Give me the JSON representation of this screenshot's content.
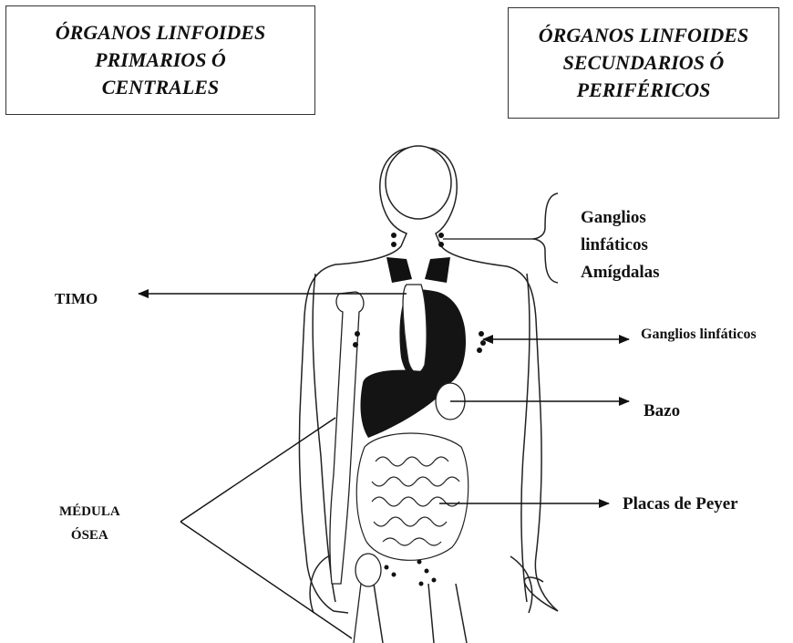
{
  "boxes": {
    "primary": "ÓRGANOS LINFOIDES\nPRIMARIOS Ó\nCENTRALES",
    "secondary": "ÓRGANOS LINFOIDES\nSECUNDARIOS Ó\nPERIFÉRICOS"
  },
  "labels": {
    "timo": "TIMO",
    "ganglios_cuello": "Ganglios\nlinfáticos\nAmígdalas",
    "ganglios_axila": "Ganglios linfáticos",
    "bazo": "Bazo",
    "placas": "Placas de Peyer",
    "medula": "MÉDULA\nÓSEA"
  }
}
